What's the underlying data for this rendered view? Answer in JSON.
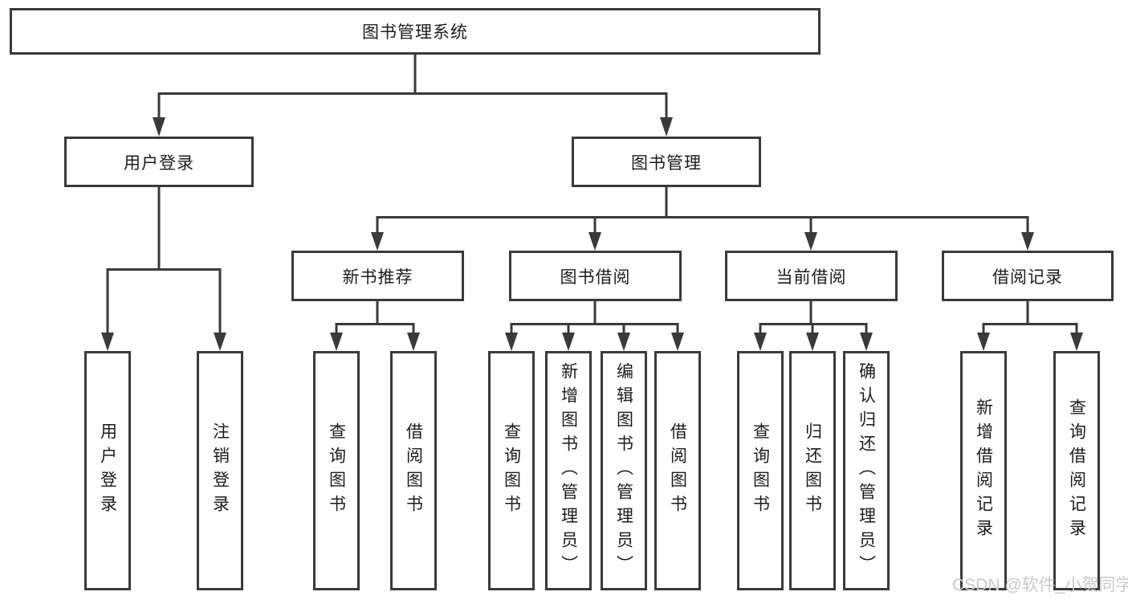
{
  "diagram": {
    "root": {
      "label": "图书管理系统"
    },
    "branches": [
      {
        "label": "用户登录",
        "children": [
          {
            "label": "用户登录"
          },
          {
            "label": "注销登录"
          }
        ]
      },
      {
        "label": "图书管理",
        "children": [
          {
            "label": "新书推荐",
            "children": [
              {
                "label": "查询图书"
              },
              {
                "label": "借阅图书"
              }
            ]
          },
          {
            "label": "图书借阅",
            "children": [
              {
                "label": "查询图书"
              },
              {
                "label": "新增图书（管理员）"
              },
              {
                "label": "编辑图书（管理员）"
              },
              {
                "label": "借阅图书"
              }
            ]
          },
          {
            "label": "当前借阅",
            "children": [
              {
                "label": "查询图书"
              },
              {
                "label": "归还图书"
              },
              {
                "label": "确认归还（管理员）"
              }
            ]
          },
          {
            "label": "借阅记录",
            "children": [
              {
                "label": "新增借阅记录"
              },
              {
                "label": "查询借阅记录"
              }
            ]
          }
        ]
      }
    ]
  },
  "watermark": {
    "text": "CSDN @软件_小贺同学"
  },
  "colors": {
    "line": "#3a3a3a",
    "text": "#1c1c1c",
    "watermark": "#c9c9c9",
    "background": "#ffffff"
  }
}
